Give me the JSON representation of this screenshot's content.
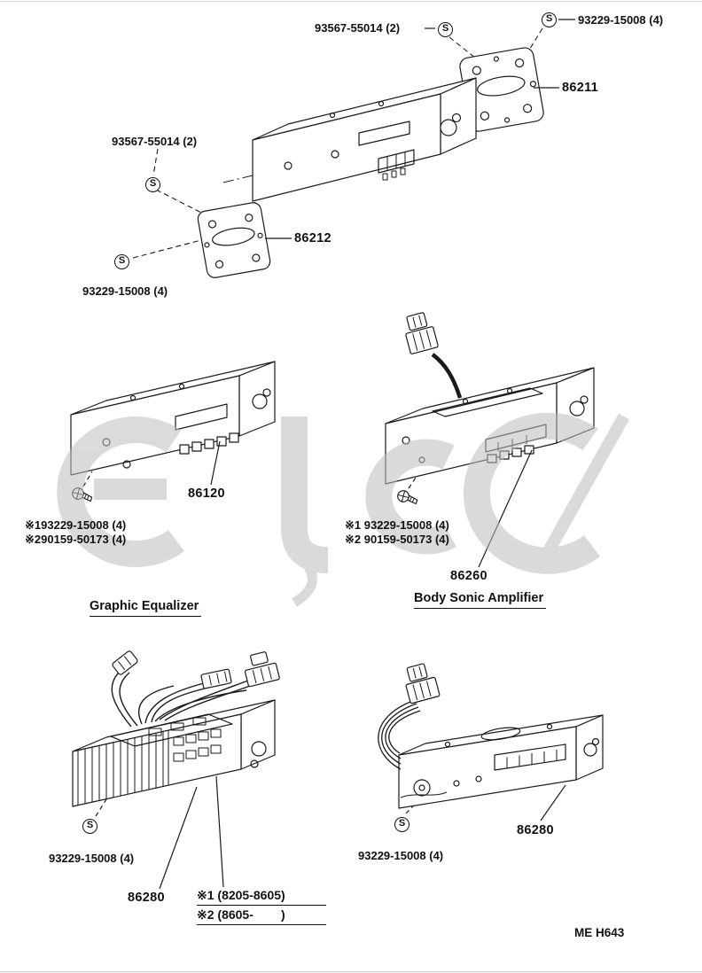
{
  "doc": {
    "code": "ME H643",
    "screw_symbol": "S"
  },
  "top": {
    "label_93567_top": "93567-55014 (2)",
    "label_93229_top": "93229-15008 (4)",
    "part_86211": "86211",
    "label_93567_mid": "93567-55014 (2)",
    "part_86212": "86212",
    "label_93229_left": "93229-15008 (4)"
  },
  "middle": {
    "left": {
      "part": "86120",
      "note_line1": "※193229-15008 (4)",
      "note_line2": "※290159-50173 (4)",
      "caption": "Graphic Equalizer"
    },
    "right": {
      "part": "86260",
      "note_line1": "※1 93229-15008 (4)",
      "note_line2": "※2 90159-50173 (4)",
      "caption": "Body Sonic Amplifier"
    }
  },
  "bottom": {
    "left": {
      "part": "86280",
      "screw_label": "93229-15008 (4)",
      "range_line1": "※1 (8205-8605)",
      "range_line2": "※2 (8605-        )"
    },
    "right": {
      "part": "86280",
      "screw_label": "93229-15008 (4)"
    }
  }
}
